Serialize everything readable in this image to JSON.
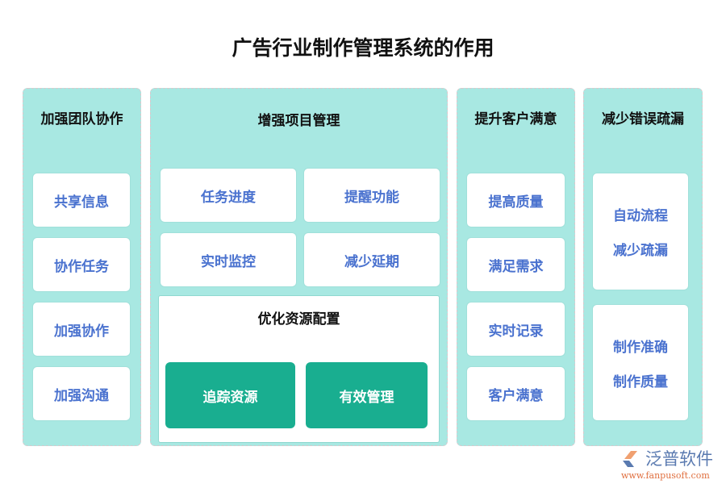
{
  "title": "广告行业制作管理系统的作用",
  "columns": [
    {
      "heading": "加强团队协作",
      "items": [
        "共享信息",
        "协作任务",
        "加强协作",
        "加强沟通"
      ]
    },
    {
      "heading": "增强项目管理",
      "items": [
        "任务进度",
        "提醒功能",
        "实时监控",
        "减少延期"
      ],
      "sub": {
        "heading": "优化资源配置",
        "items": [
          "追踪资源",
          "有效管理"
        ]
      }
    },
    {
      "heading": "提升客户满意",
      "items": [
        "提高质量",
        "满足需求",
        "实时记录",
        "客户满意"
      ]
    },
    {
      "heading": "减少错误疏漏",
      "items": [
        [
          "自动流程",
          "减少疏漏"
        ],
        [
          "制作准确",
          "制作质量"
        ]
      ]
    }
  ],
  "logo": {
    "name": "泛普软件",
    "url": "www.fanpusoft.com"
  },
  "colors": {
    "panel": "#a8e8e2",
    "button": "#19ae90",
    "text": "#4a72cf"
  }
}
